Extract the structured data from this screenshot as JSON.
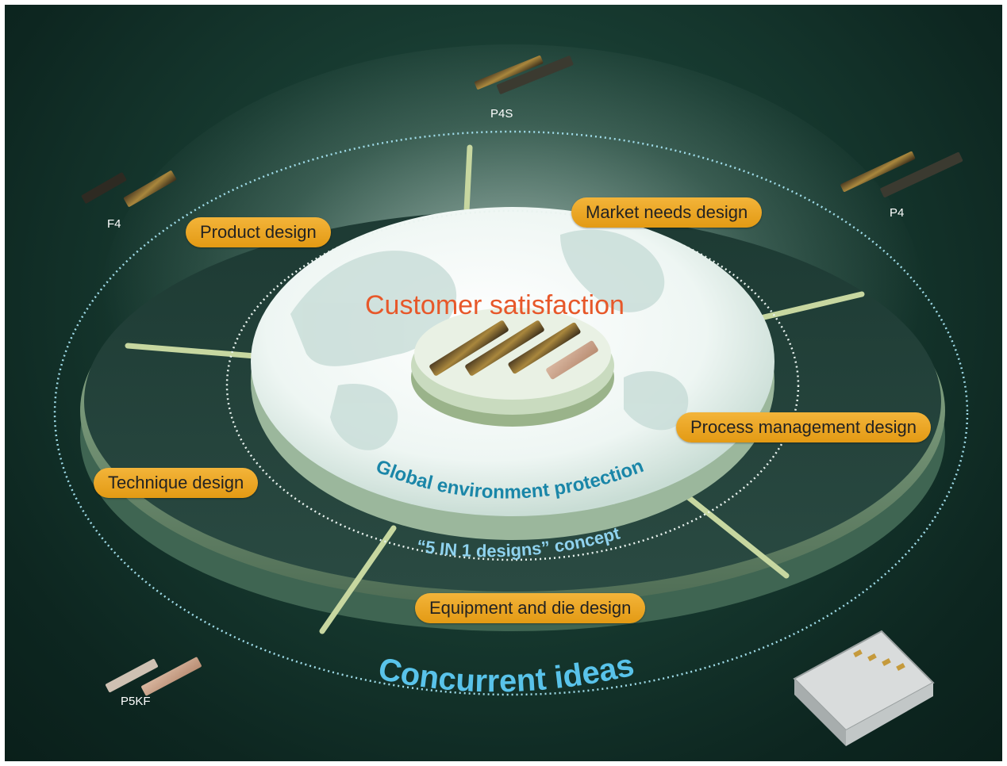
{
  "title": "Customer satisfaction",
  "ring_labels": {
    "inner": "Global environment protection",
    "concept": "“5 IN 1 designs” concept",
    "outer": "Concurrent ideas"
  },
  "designs": {
    "product": "Product design",
    "market_needs": "Market needs design",
    "process_management": "Process management design",
    "technique": "Technique design",
    "equipment_die": "Equipment and die design"
  },
  "products": {
    "p4s": "P4S",
    "f4": "F4",
    "p4": "P4",
    "p5kf": "P5KF"
  },
  "colors": {
    "background": "#173a30",
    "pill": "#eba626",
    "title": "#e7582a",
    "ring_text_dark": "#1a86a8",
    "ring_text_light": "#59c3ea",
    "dotted": "#bfe6ee"
  }
}
